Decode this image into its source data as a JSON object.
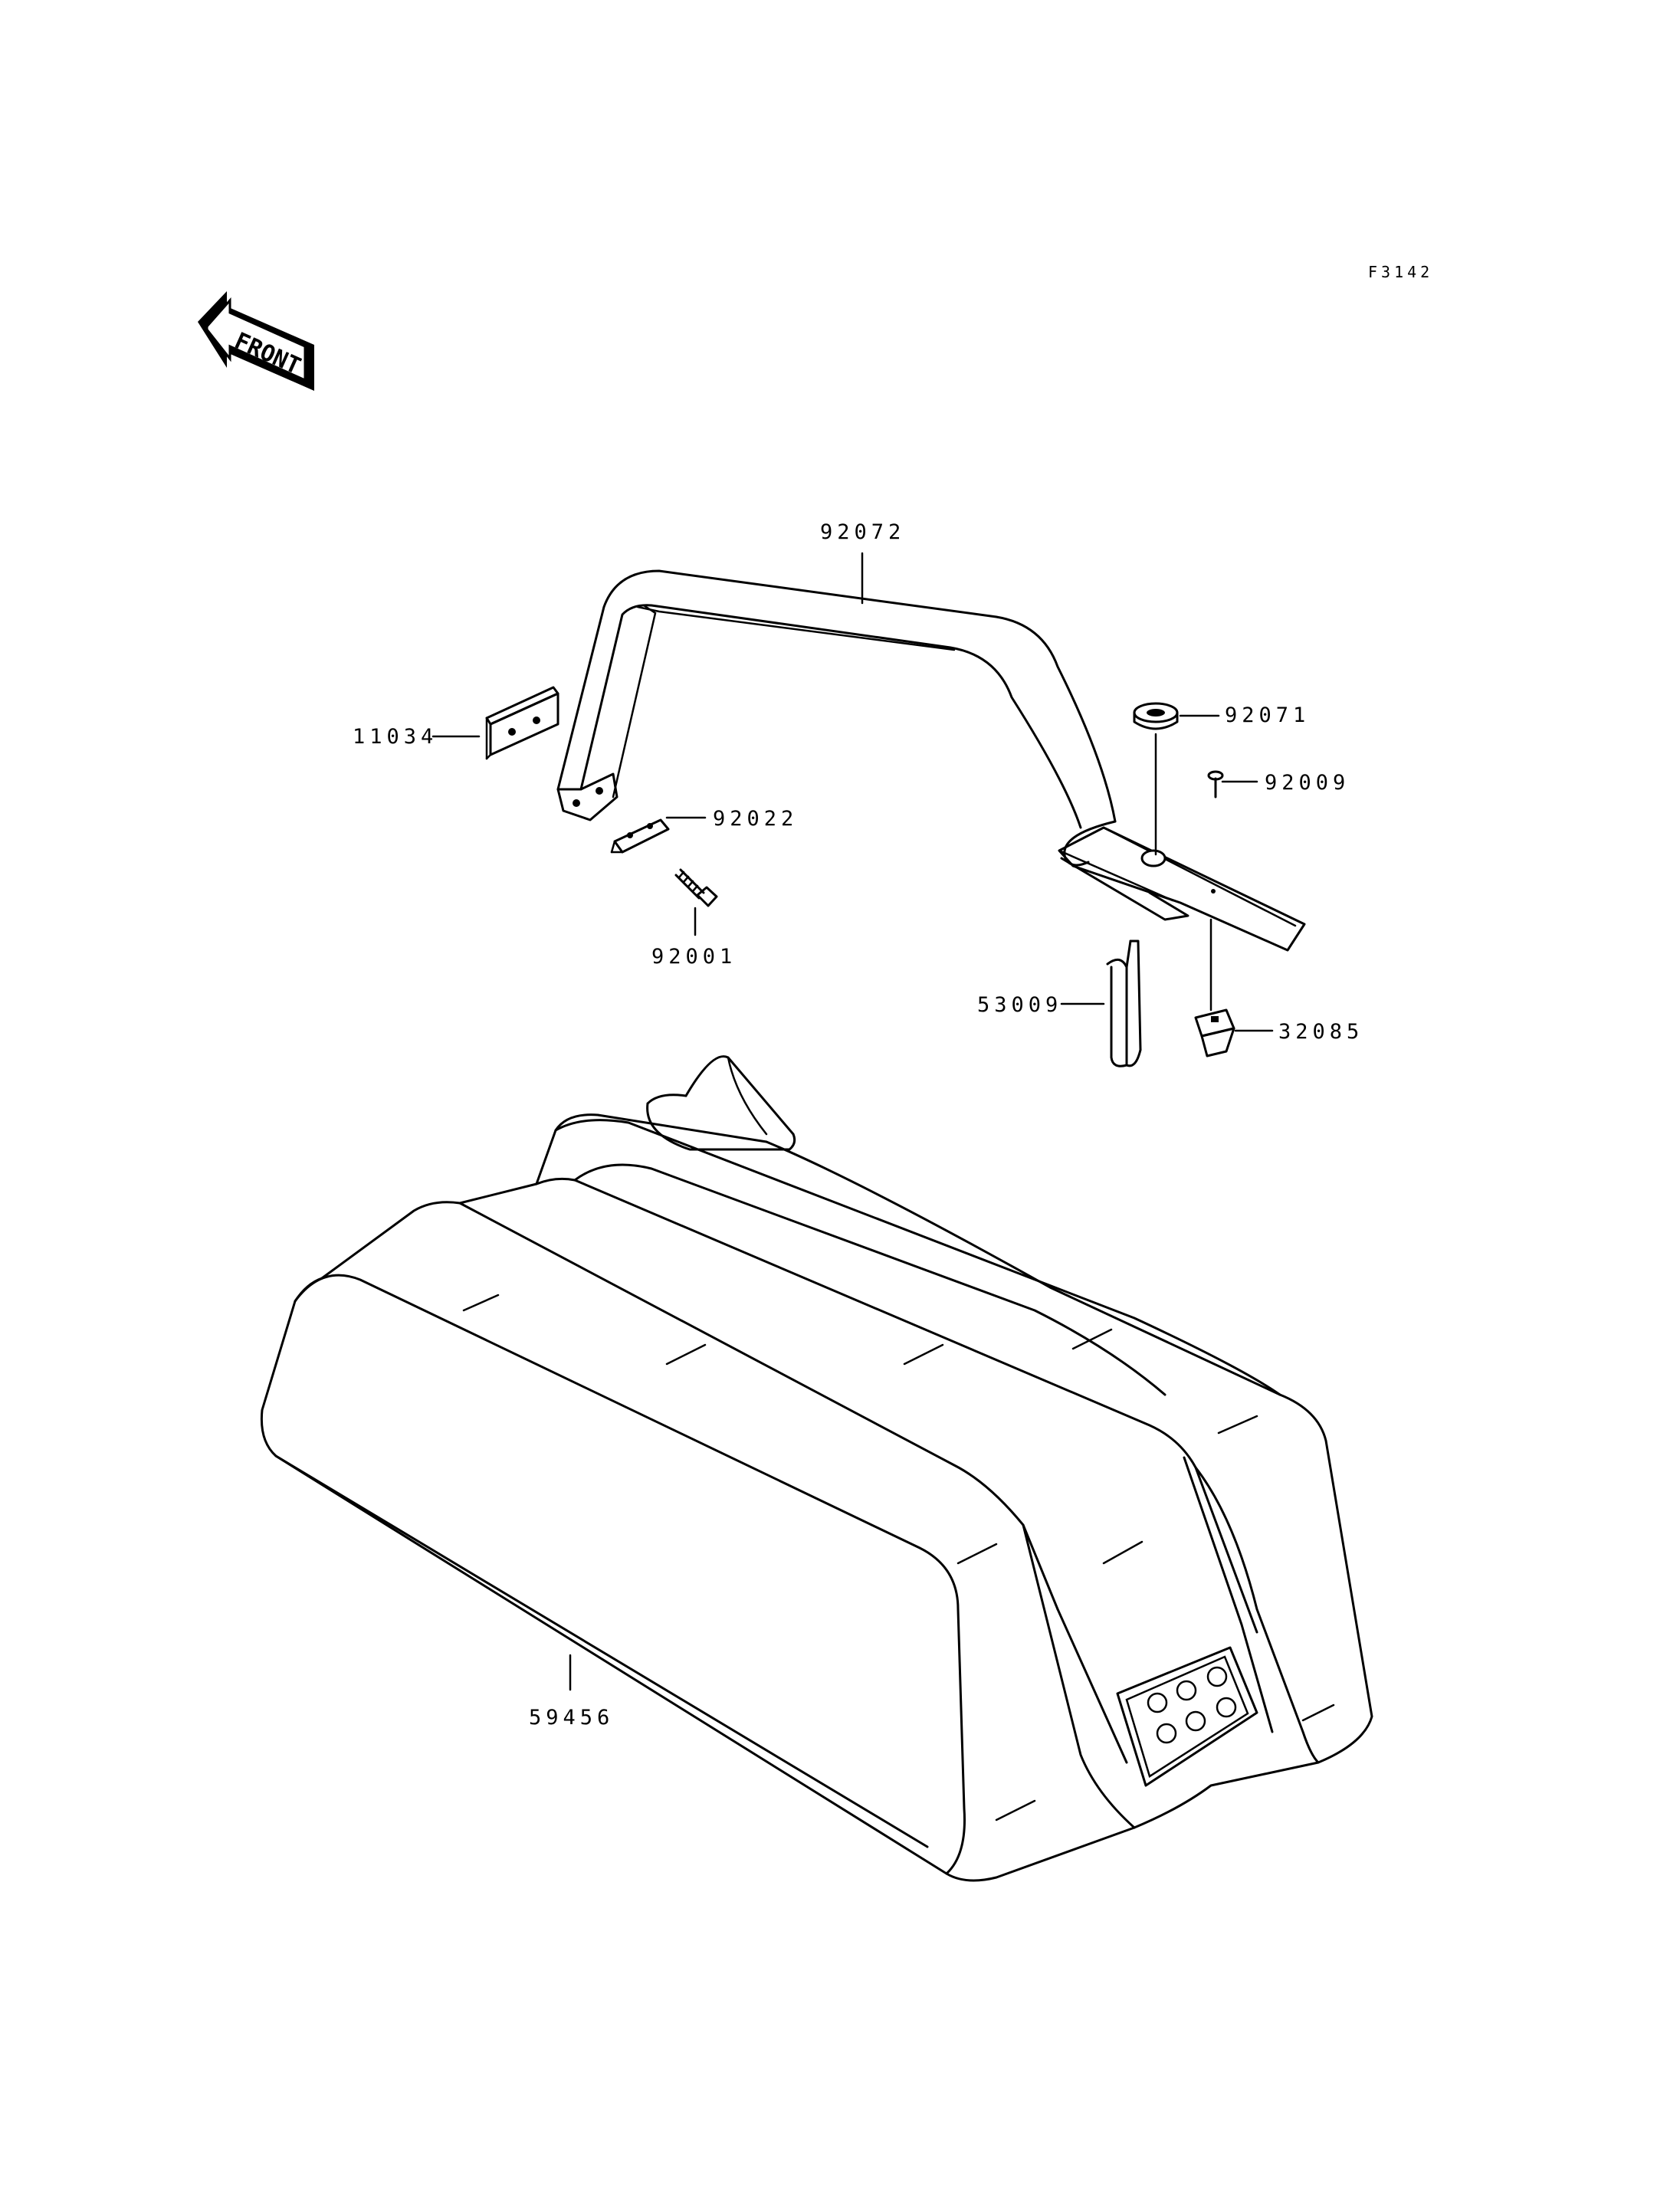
{
  "figure_code": "F3142",
  "direction_label": "FRONT",
  "parts": [
    {
      "number": "92072"
    },
    {
      "number": "11034"
    },
    {
      "number": "92022"
    },
    {
      "number": "92001"
    },
    {
      "number": "92071"
    },
    {
      "number": "92009"
    },
    {
      "number": "53009"
    },
    {
      "number": "32085"
    },
    {
      "number": "59456"
    }
  ]
}
